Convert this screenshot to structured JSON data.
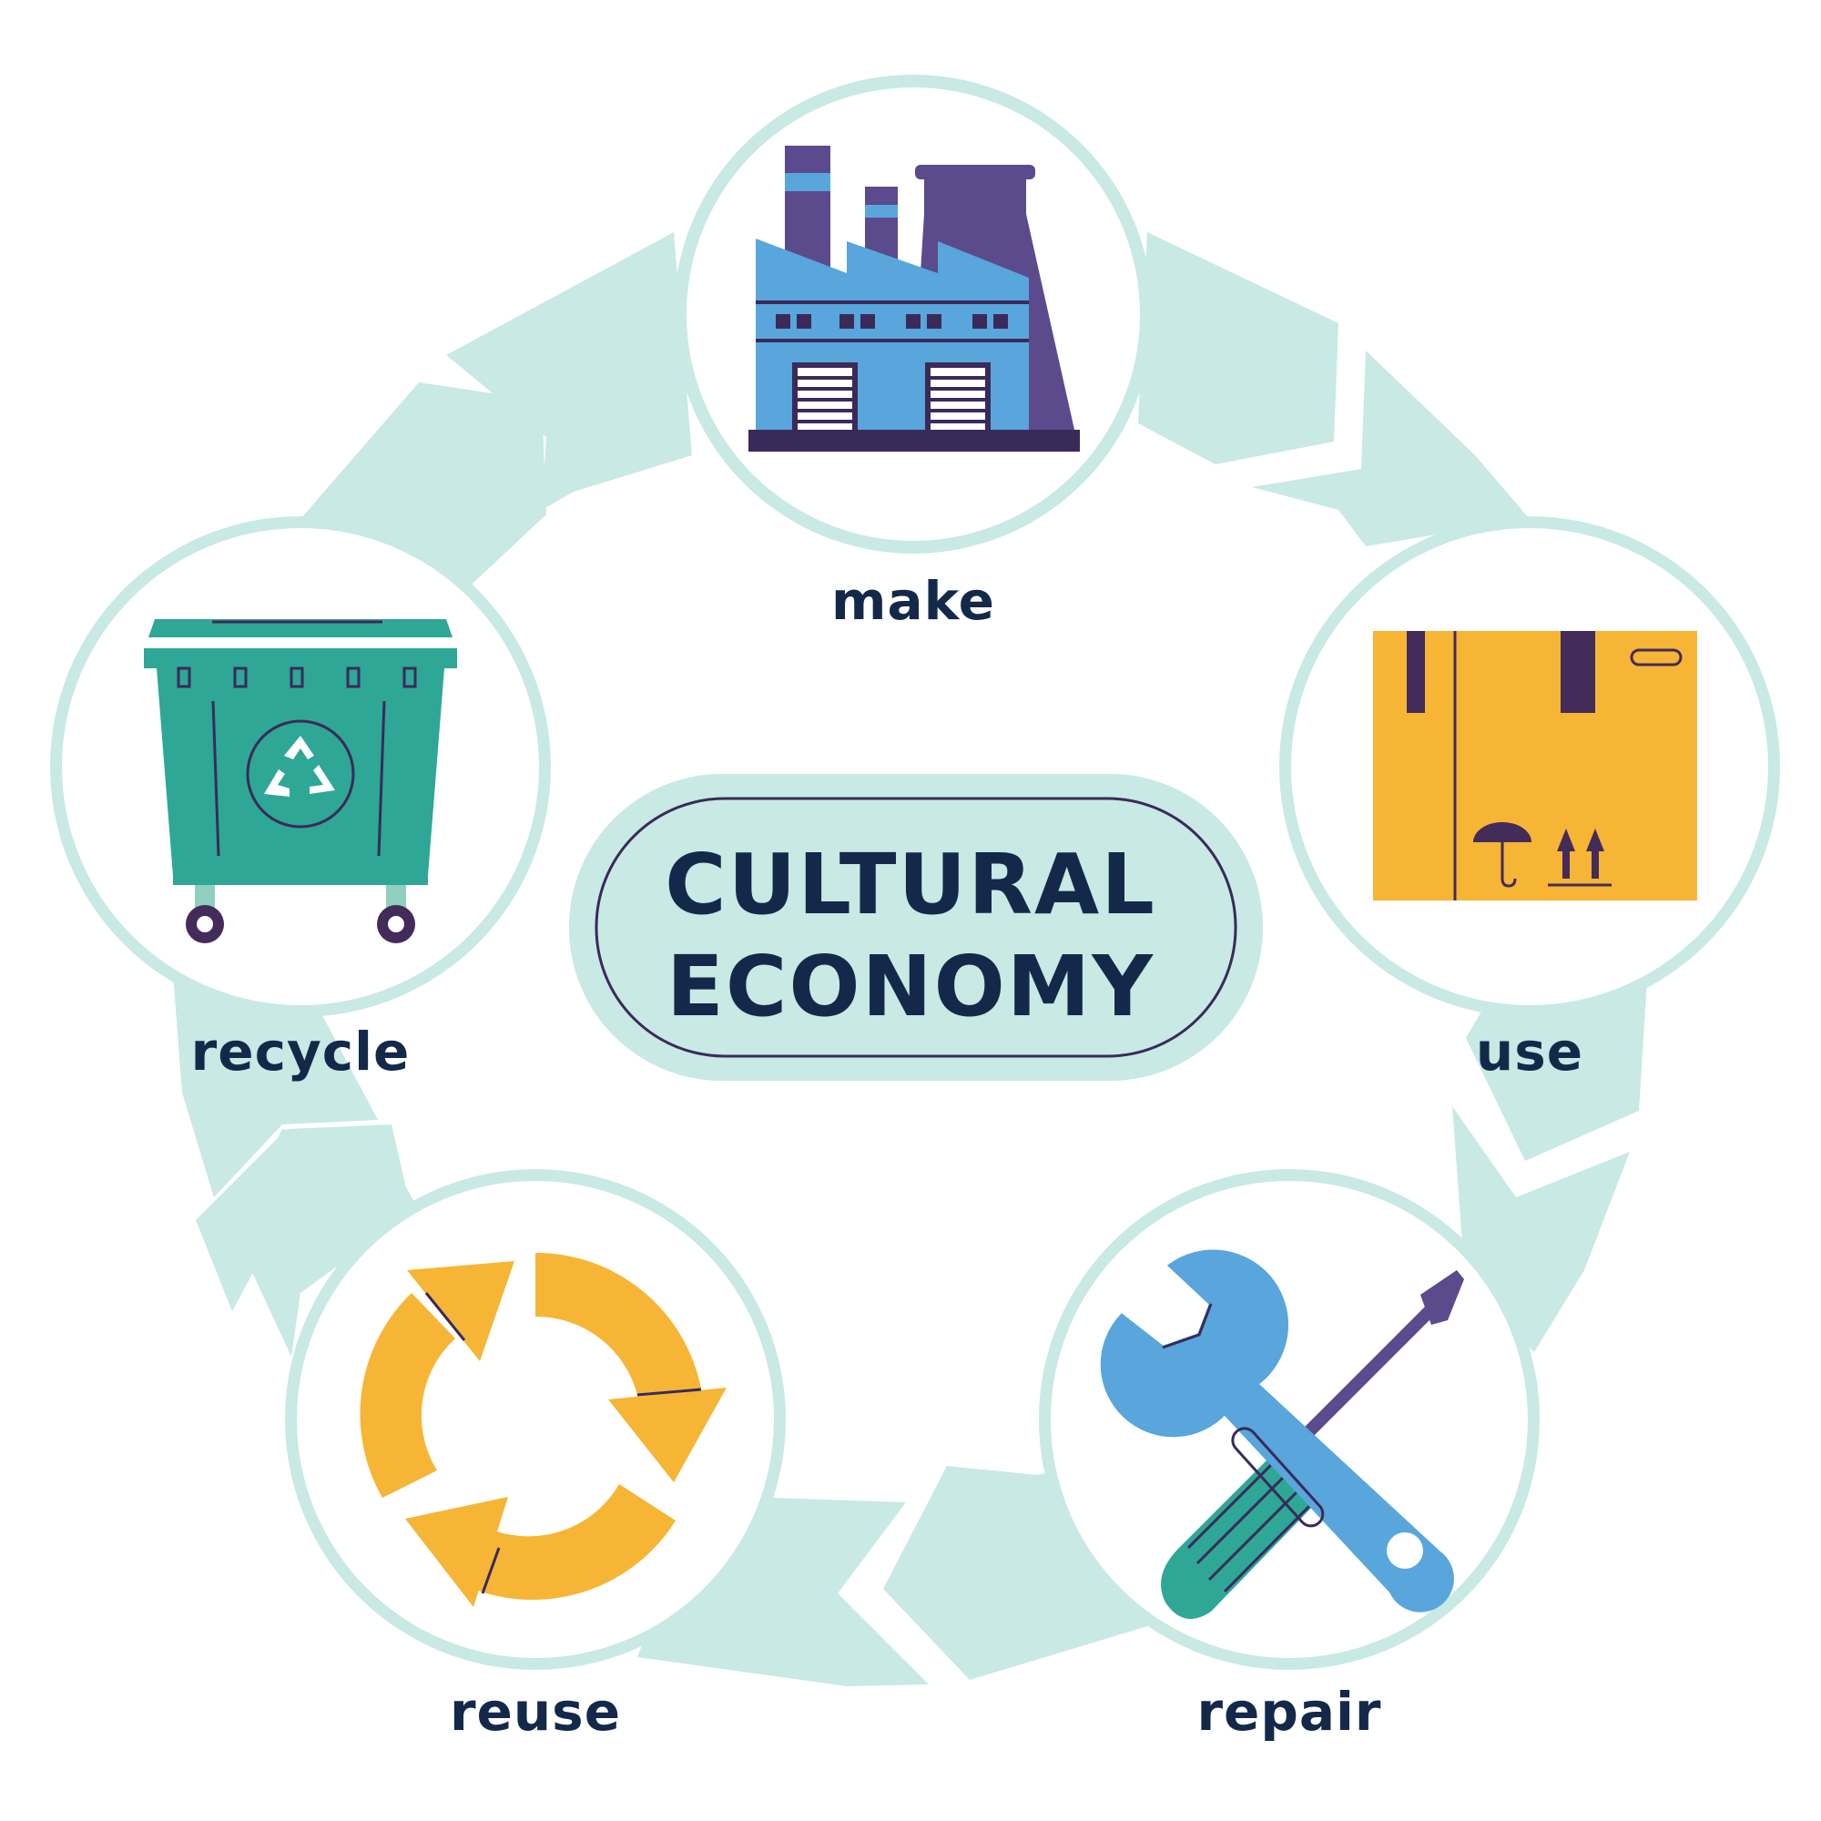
{
  "title": {
    "line1": "CULTURAL",
    "line2": "ECONOMY"
  },
  "stages": [
    {
      "label": "make",
      "icon": "factory-icon"
    },
    {
      "label": "use",
      "icon": "cardboard-box-icon"
    },
    {
      "label": "repair",
      "icon": "wrench-screwdriver-icon"
    },
    {
      "label": "reuse",
      "icon": "circular-arrows-icon"
    },
    {
      "label": "recycle",
      "icon": "recycle-bin-icon"
    }
  ],
  "colors": {
    "ring": "#c8e9e4",
    "circle_border": "#c8e9e4",
    "text": "#14294a",
    "factory_blue": "#58a6db",
    "factory_purple": "#5b4a8c",
    "box_orange": "#f6b535",
    "box_dark": "#432b5a",
    "bin_green": "#2ea796",
    "arrows_yellow": "#f6b535",
    "tool_blue": "#58a6db",
    "tool_green": "#2ea796"
  }
}
